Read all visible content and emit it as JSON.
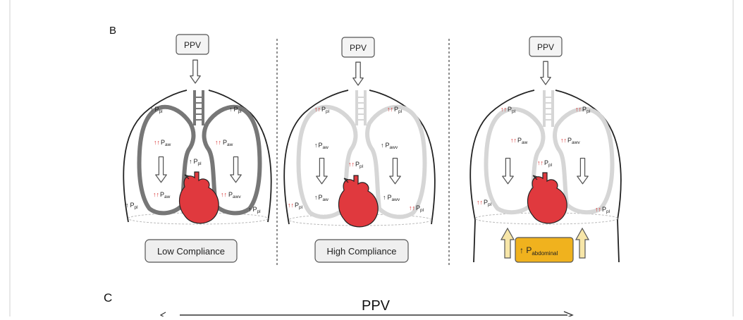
{
  "section_b_label": "B",
  "section_c_label": "C",
  "ppv_c_label": "PPV",
  "panels": [
    {
      "ppv": "PPV",
      "caption": "Low Compliance",
      "labels": {
        "pl_top_left": "P",
        "pl_top_left_sub": "pl",
        "pl_top_left_arrows": "↑",
        "pl_top_right": "P",
        "pl_top_right_sub": "pl",
        "pl_top_right_arrows": "↑",
        "aw_upper_left": "P",
        "aw_upper_left_sub": "aw",
        "aw_upper_left_arrows": "↑↑",
        "aw_upper_right": "P",
        "aw_upper_right_sub": "aw",
        "aw_upper_right_arrows": "↑↑",
        "pl_heart": "P",
        "pl_heart_sub": "pl",
        "pl_heart_arrows": "↑",
        "aw_lower_left": "P",
        "aw_lower_left_sub": "aw",
        "aw_lower_left_arrows": "↑↑",
        "awv_lower_right": "P",
        "awv_lower_right_sub": "awv",
        "awv_lower_right_arrows": "↑↑",
        "pl_bottom_left": "P",
        "pl_bottom_left_sub": "pl",
        "pl_bottom_left_arrows": "↑",
        "pl_bottom_right": "P",
        "pl_bottom_right_sub": "pl",
        "pl_bottom_right_arrows": "↑"
      }
    },
    {
      "ppv": "PPV",
      "caption": "High Compliance",
      "labels": {
        "pl_top_left": "P",
        "pl_top_left_sub": "pl",
        "pl_top_left_arrows": "↑↑",
        "pl_top_right": "P",
        "pl_top_right_sub": "pl",
        "pl_top_right_arrows": "↑↑",
        "aw_upper_left": "P",
        "aw_upper_left_sub": "aw",
        "aw_upper_left_arrows": "↑",
        "aw_upper_right": "P",
        "aw_upper_right_sub": "awv",
        "aw_upper_right_arrows": "↑",
        "pl_heart": "P",
        "pl_heart_sub": "pl",
        "pl_heart_arrows": "↑↑",
        "aw_lower_left": "P",
        "aw_lower_left_sub": "aw",
        "aw_lower_left_arrows": "↑",
        "awv_lower_right": "P",
        "awv_lower_right_sub": "awv",
        "awv_lower_right_arrows": "↑",
        "pl_bottom_left": "P",
        "pl_bottom_left_sub": "pl",
        "pl_bottom_left_arrows": "↑↑",
        "pl_bottom_right": "P",
        "pl_bottom_right_sub": "pl",
        "pl_bottom_right_arrows": "↑↑"
      }
    },
    {
      "ppv": "PPV",
      "caption_prefix": "↑ P",
      "caption_sub": "abdominal",
      "labels": {
        "pl_top_left": "P",
        "pl_top_left_sub": "pl",
        "pl_top_left_arrows": "↑↑",
        "pl_top_right": "P",
        "pl_top_right_sub": "pl",
        "pl_top_right_arrows": "↑↑",
        "aw_upper_left": "P",
        "aw_upper_left_sub": "aw",
        "aw_upper_left_arrows": "↑↑",
        "aw_upper_right": "P",
        "aw_upper_right_sub": "awv",
        "aw_upper_right_arrows": "↑↑",
        "pl_heart": "P",
        "pl_heart_sub": "pl",
        "pl_heart_arrows": "↑↑",
        "pl_bottom_left": "P",
        "pl_bottom_left_sub": "pl",
        "pl_bottom_left_arrows": "↑↑",
        "pl_bottom_right": "P",
        "pl_bottom_right_sub": "pl",
        "pl_bottom_right_arrows": "↑↑"
      }
    }
  ],
  "colors": {
    "arrow_red": "#d62828",
    "heart_red": "#e0393e",
    "lung_dark": "#777777",
    "lung_light": "#d6d6d6",
    "abdominal_box": "#f0b21e",
    "abdominal_arrow": "#f7e6a8",
    "button_bg": "#efefef"
  }
}
